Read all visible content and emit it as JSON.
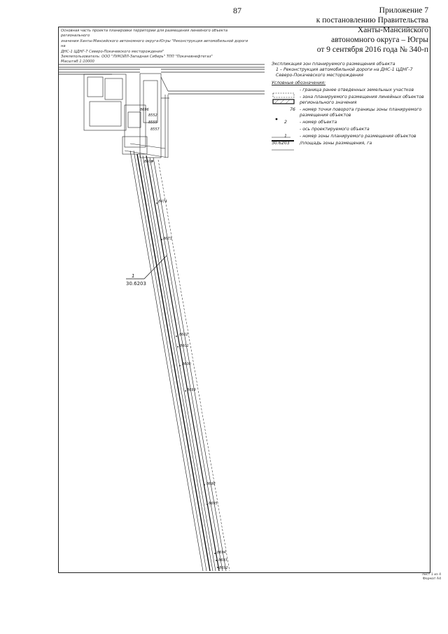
{
  "page_number": "87",
  "appendix": {
    "line1": "Приложение 7",
    "line2": "к постановлению Правительства",
    "line3": "Ханты-Мансийского",
    "line4": "автономного округа – Югры",
    "line5": "от 9 сентября 2016 года № 340-п"
  },
  "header": {
    "line1": "Основная часть проекта планировки территории для размещения линейного объекта регионального",
    "line2": "значения Ханты-Мансийского автономного округа-Югры \"Реконструкция автомобильной дороги на",
    "line3": "ДНС-1 ЦДНГ-7 Северо-Покачевского месторождения\"",
    "line4": "Землепользователь: ООО \"ЛУКОЙЛ-Западная Сибирь\" ТПП \"Покачевнефтегаз\"",
    "line5": "Масштаб 1:10000"
  },
  "legend": {
    "title": "Экспликация зон планируемого размещения объекта",
    "object": "1 – Реконструкция автомобильной дороги на ДНС-1 ЦДНГ-7 Северо-Покачевского месторождения",
    "conventions_title": "Условные обозначения:",
    "items": [
      {
        "symbol": "dashed-box",
        "text": "- граница ранее отведенных земельных участков"
      },
      {
        "symbol": "hatched-box",
        "text": "- зона планируемого размещения линейных объектов регионального значения"
      },
      {
        "symbol": "dot-76",
        "text": "- номер точки поворота границы зоны планируемого размещения объектов"
      },
      {
        "symbol": "num-2",
        "text": "- номер объекта"
      },
      {
        "symbol": "axis",
        "text": "- ось проектируемого объекта"
      },
      {
        "symbol": "zone-number",
        "text": "- номер зоны планируемого размещения объектов"
      },
      {
        "symbol": "zone-area",
        "text": "/площадь зоны размещения, га"
      }
    ],
    "dot_label": "76",
    "num_label": "2",
    "zone_num": "1",
    "zone_area": "30.6203"
  },
  "zone_callout": {
    "number": "1",
    "area": "30.6203"
  },
  "point_labels": [
    "8696",
    "8606",
    "8474",
    "8673",
    "8602",
    "8601",
    "8600",
    "8699",
    "8698",
    "8695",
    "8694",
    "8693",
    "8692",
    "8552",
    "8555",
    "8557"
  ],
  "footer": {
    "line1": "Лист 1 из 4",
    "line2": "Формат А4"
  }
}
